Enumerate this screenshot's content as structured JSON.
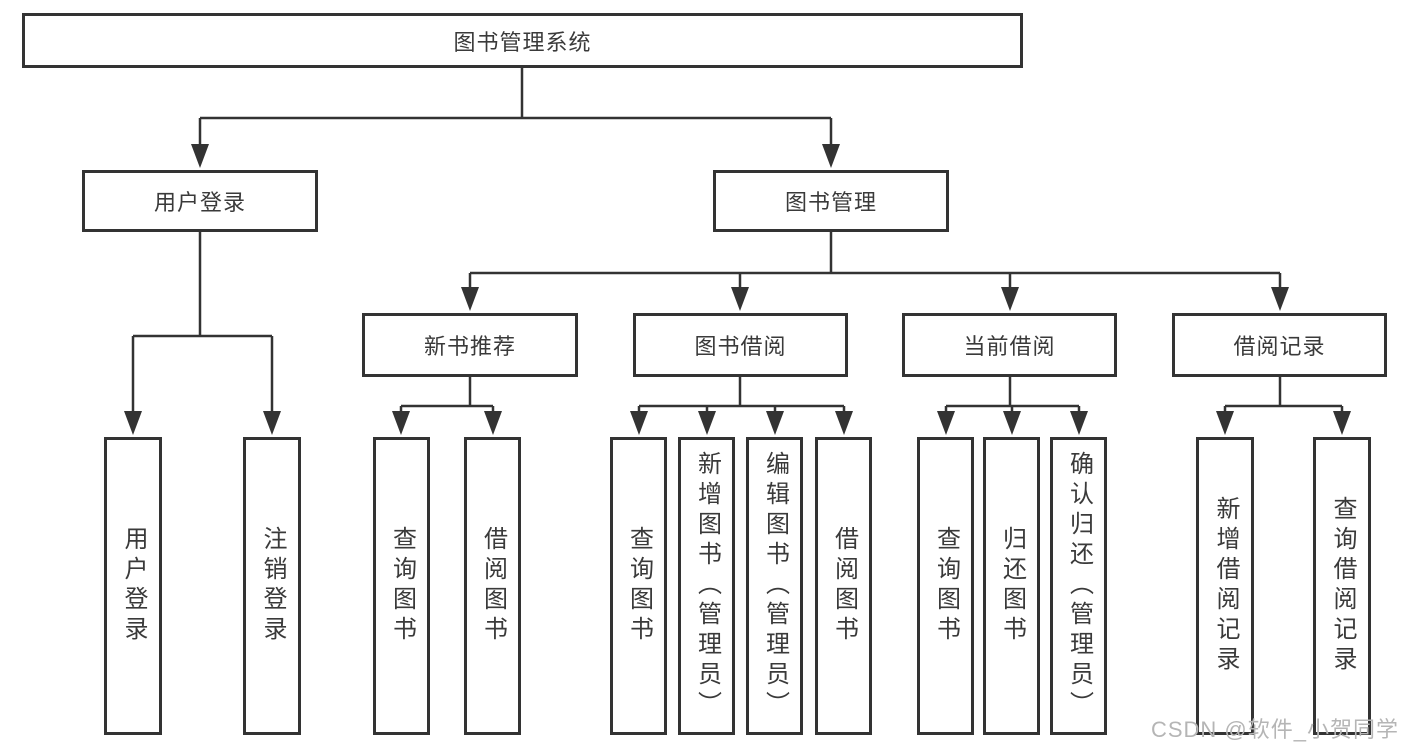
{
  "tree": {
    "root": {
      "label": "图书管理系统",
      "children": [
        {
          "label": "用户登录",
          "children": [
            {
              "label": "用户登录"
            },
            {
              "label": "注销登录"
            }
          ]
        },
        {
          "label": "图书管理",
          "children": [
            {
              "label": "新书推荐",
              "children": [
                {
                  "label": "查询图书"
                },
                {
                  "label": "借阅图书"
                }
              ]
            },
            {
              "label": "图书借阅",
              "children": [
                {
                  "label": "查询图书"
                },
                {
                  "label": "新增图书（管理员）"
                },
                {
                  "label": "编辑图书（管理员）"
                },
                {
                  "label": "借阅图书"
                }
              ]
            },
            {
              "label": "当前借阅",
              "children": [
                {
                  "label": "查询图书"
                },
                {
                  "label": "归还图书"
                },
                {
                  "label": "确认归还（管理员）"
                }
              ]
            },
            {
              "label": "借阅记录",
              "children": [
                {
                  "label": "新增借阅记录"
                },
                {
                  "label": "查询借阅记录"
                }
              ]
            }
          ]
        }
      ]
    }
  },
  "watermark": {
    "text": "CSDN @软件_小贺同学"
  },
  "colors": {
    "line": "#333333",
    "box_border": "#333333",
    "text": "#3a3a3a",
    "box_background": "#ffffff",
    "page_background": "#ffffff",
    "watermark": "#b5b5b5"
  }
}
